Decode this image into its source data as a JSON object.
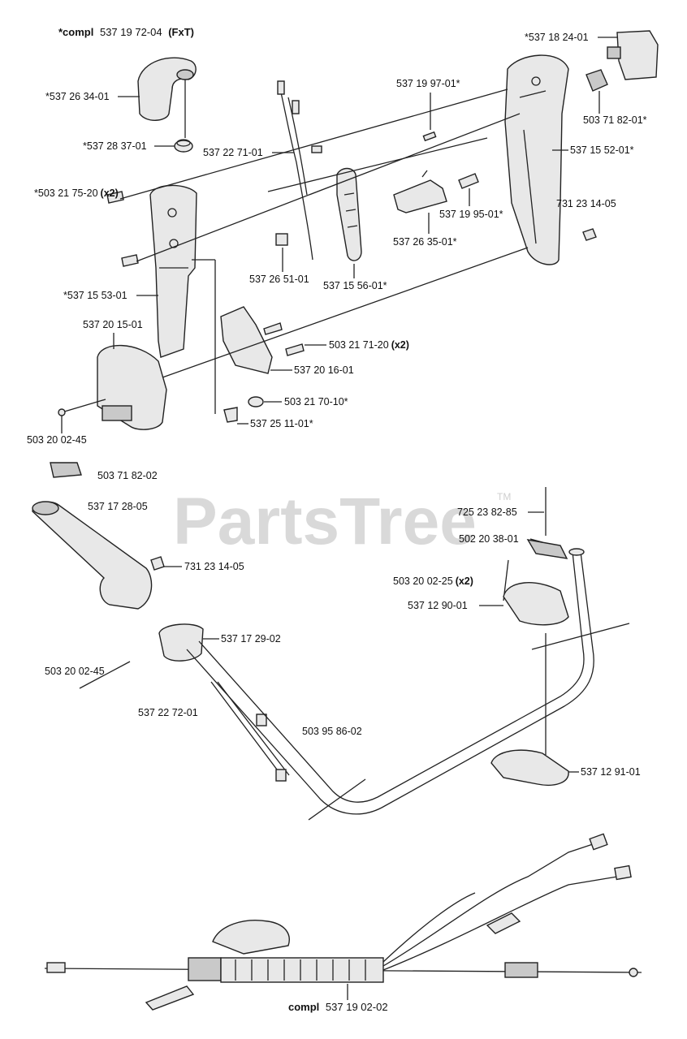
{
  "watermark": {
    "text": "PartsTree",
    "tm": "TM"
  },
  "header": {
    "compl_prefix": "*compl",
    "compl_number": "537 19 72-04",
    "compl_suffix": "(FxT)"
  },
  "labels": [
    {
      "id": "p1",
      "text": "*537 26 34-01"
    },
    {
      "id": "p2",
      "text": "*537 28 37-01"
    },
    {
      "id": "p3",
      "text": "*503 21 75-20",
      "suffix": "(x2)"
    },
    {
      "id": "p4",
      "text": "*537 15 53-01"
    },
    {
      "id": "p5",
      "text": "537 20 15-01"
    },
    {
      "id": "p6",
      "text": "503 20 02-45"
    },
    {
      "id": "p7",
      "text": "503 71 82-02"
    },
    {
      "id": "p8",
      "text": "537 22 71-01"
    },
    {
      "id": "p9",
      "text": "537 26 51-01"
    },
    {
      "id": "p10",
      "text": "537 15 56-01*"
    },
    {
      "id": "p11",
      "text": "537 19 97-01*"
    },
    {
      "id": "p12",
      "text": "537 19 95-01*"
    },
    {
      "id": "p13",
      "text": "537 26 35-01*"
    },
    {
      "id": "p14",
      "text": "*537 18 24-01"
    },
    {
      "id": "p15",
      "text": "503 71 82-01*"
    },
    {
      "id": "p16",
      "text": "537 15 52-01*"
    },
    {
      "id": "p17",
      "text": "731 23 14-05"
    },
    {
      "id": "p18",
      "text": "503 21 71-20",
      "suffix": "(x2)"
    },
    {
      "id": "p19",
      "text": "537 20 16-01"
    },
    {
      "id": "p20",
      "text": "503 21 70-10*"
    },
    {
      "id": "p21",
      "text": "537 25 11-01*"
    },
    {
      "id": "p22",
      "text": "537 17 28-05"
    },
    {
      "id": "p23",
      "text": "731 23 14-05"
    },
    {
      "id": "p24",
      "text": "537 17 29-02"
    },
    {
      "id": "p25",
      "text": "503 20 02-45"
    },
    {
      "id": "p26",
      "text": "537 22 72-01"
    },
    {
      "id": "p27",
      "text": "503 95 86-02"
    },
    {
      "id": "p28",
      "text": "725 23 82-85"
    },
    {
      "id": "p29",
      "text": "502 20 38-01"
    },
    {
      "id": "p30",
      "text": "503 20 02-25",
      "suffix": "(x2)"
    },
    {
      "id": "p31",
      "text": "537 12 90-01"
    },
    {
      "id": "p32",
      "text": "537 12 91-01"
    }
  ],
  "footer": {
    "compl_prefix": "compl",
    "compl_number": "537 19 02-02"
  }
}
